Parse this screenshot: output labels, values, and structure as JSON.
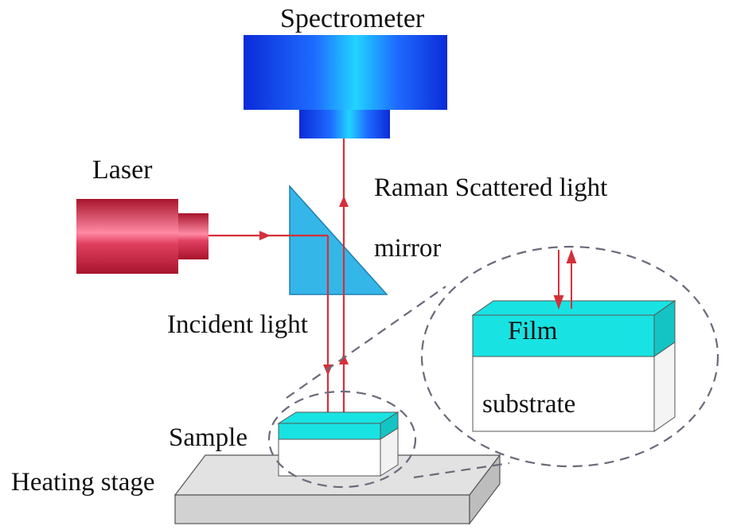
{
  "labels": {
    "spectrometer": "Spectrometer",
    "laser": "Laser",
    "raman": "Raman Scattered light",
    "mirror": "mirror",
    "incident": "Incident light",
    "film": "Film",
    "substrate": "substrate",
    "sample": "Sample",
    "heating_stage": "Heating stage"
  },
  "colors": {
    "spectrometer": "#1e5bff",
    "spectrometer_highlight": "#22d4ff",
    "laser": "#c81e3c",
    "laser_highlight": "#ff8aa4",
    "mirror": "#35b6e8",
    "beam": "#d4303a",
    "film": "#19e2e2",
    "stage": "#d9d9d9",
    "zoom_outline": "#6a6a7a"
  }
}
